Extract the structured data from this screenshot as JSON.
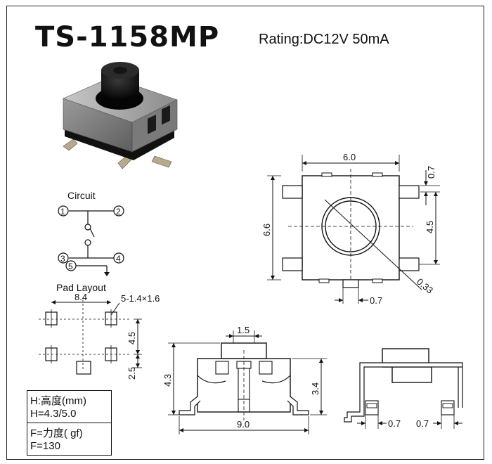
{
  "header": {
    "title": "TS-1158MP",
    "rating": "Rating:DC12V 50mA"
  },
  "circuit": {
    "label": "Circuit",
    "pins": [
      "1",
      "2",
      "3",
      "4",
      "5"
    ]
  },
  "pad_layout": {
    "label": "Pad Layout",
    "width_dim": "8.4",
    "pad_size": "5-1.4×1.6",
    "v_pitch": "4.5",
    "v_offset": "2.5"
  },
  "top_view": {
    "width": "6.0",
    "height": "6.6",
    "lead_width": "0.7",
    "lead_pitch": "4.5",
    "tab_width": "0.7",
    "radius": "0.33"
  },
  "side_view": {
    "cap_width": "1.5",
    "overall_height": "4.3",
    "body_height": "3.4",
    "overall_width": "9.0"
  },
  "end_view": {
    "dim_left": "0.7",
    "dim_right": "0.7"
  },
  "spec_table": {
    "height_label": "H:高度(mm)",
    "height_value": "H=4.3/5.0",
    "force_label": "F=力度( gf)",
    "force_value": "F=130"
  }
}
